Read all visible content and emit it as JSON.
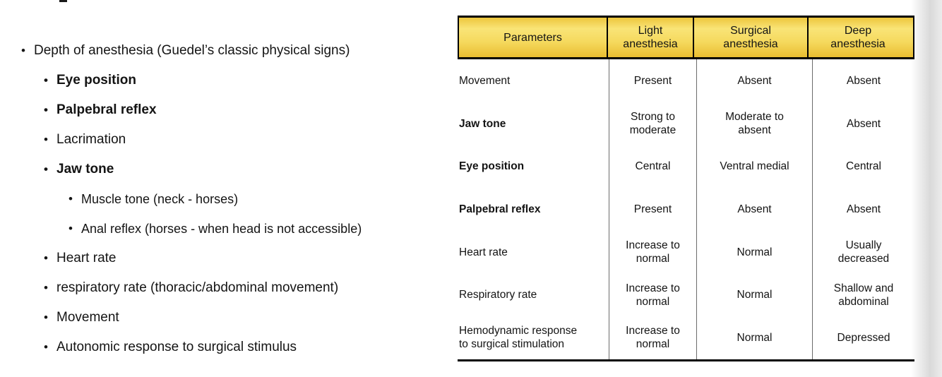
{
  "outline": {
    "items": [
      {
        "text": "Depth of anesthesia (Guedel’s classic physical signs)",
        "level": 1,
        "bold": false
      },
      {
        "text": "Eye position",
        "level": 2,
        "bold": true
      },
      {
        "text": "Palpebral reflex",
        "level": 2,
        "bold": true
      },
      {
        "text": "Lacrimation",
        "level": 2,
        "bold": false
      },
      {
        "text": "Jaw tone",
        "level": 2,
        "bold": true
      },
      {
        "text": "Muscle tone (neck - horses)",
        "level": 3,
        "bold": false
      },
      {
        "text": "Anal reflex (horses - when head is not accessible)",
        "level": 3,
        "bold": false
      },
      {
        "text": "Heart rate",
        "level": 2,
        "bold": false
      },
      {
        "text": "respiratory rate (thoracic/abdominal movement)",
        "level": 2,
        "bold": false
      },
      {
        "text": "Movement",
        "level": 2,
        "bold": false
      },
      {
        "text": "Autonomic response to surgical stimulus",
        "level": 2,
        "bold": false
      }
    ]
  },
  "table": {
    "columns": [
      "Parameters",
      "Light anesthesia",
      "Surgical anesthesia",
      "Deep anesthesia"
    ],
    "rows": [
      {
        "parameter": "Movement",
        "bold": false,
        "light": "Present",
        "surgical": "Absent",
        "deep": "Absent"
      },
      {
        "parameter": "Jaw tone",
        "bold": true,
        "light": "Strong to moderate",
        "surgical": "Moderate to absent",
        "deep": "Absent"
      },
      {
        "parameter": "Eye position",
        "bold": true,
        "light": "Central",
        "surgical": "Ventral medial",
        "deep": "Central"
      },
      {
        "parameter": "Palpebral reflex",
        "bold": true,
        "light": "Present",
        "surgical": "Absent",
        "deep": "Absent"
      },
      {
        "parameter": "Heart rate",
        "bold": false,
        "light": "Increase to normal",
        "surgical": "Normal",
        "deep": "Usually decreased"
      },
      {
        "parameter": "Respiratory rate",
        "bold": false,
        "light": "Increase to normal",
        "surgical": "Normal",
        "deep": "Shallow and abdominal"
      },
      {
        "parameter": "Hemodynamic response to surgical stimulation",
        "bold": false,
        "light": "Increase to normal",
        "surgical": "Normal",
        "deep": "Depressed"
      }
    ]
  },
  "colors": {
    "header_yellow_edge": "#edc63c",
    "header_yellow_light": "#f9e477",
    "header_yellow_mid": "#f5d95d",
    "header_yellow_dark": "#e9bd31",
    "border_black": "#000000",
    "body_divider": "#6b6b6b"
  }
}
